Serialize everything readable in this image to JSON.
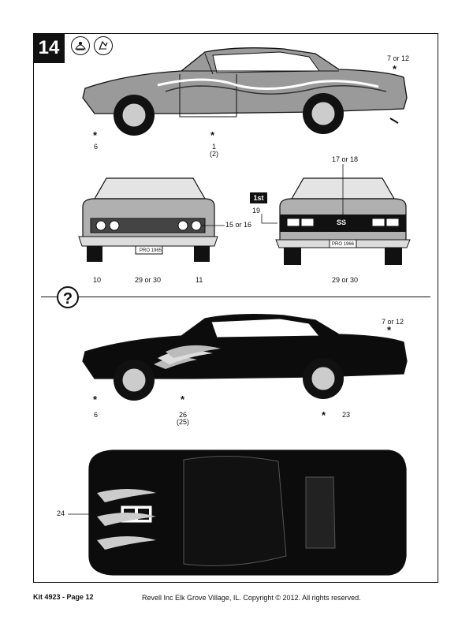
{
  "step": {
    "number": "14"
  },
  "icons": [
    "glue-icon",
    "cement-icon"
  ],
  "callouts": {
    "side_top_rear": "7 or 12",
    "side_top_front": "6",
    "side_top_mid": "1",
    "side_top_mid_sub": "(2)",
    "front_headlight": "15 or 16",
    "front_left": "10",
    "front_plate": "29 or 30",
    "front_right": "11",
    "rear_top": "17 or 18",
    "rear_first_badge": "1st",
    "rear_light": "19",
    "rear_plate": "29 or 30",
    "side_bottom_rear": "7 or 12",
    "side_bottom_front": "6",
    "side_bottom_mid": "26",
    "side_bottom_mid_sub": "(25)",
    "side_bottom_wheel": "23",
    "hood_decal": "24"
  },
  "plates": {
    "front": "PRO 1965",
    "rear": "PRO 1966"
  },
  "emblem": "SS",
  "help_symbol": "?",
  "footer": {
    "page": "Kit 4923 - Page 12",
    "copyright": "Revell Inc Elk Grove Village, IL. Copyright © 2012.  All rights reserved."
  }
}
